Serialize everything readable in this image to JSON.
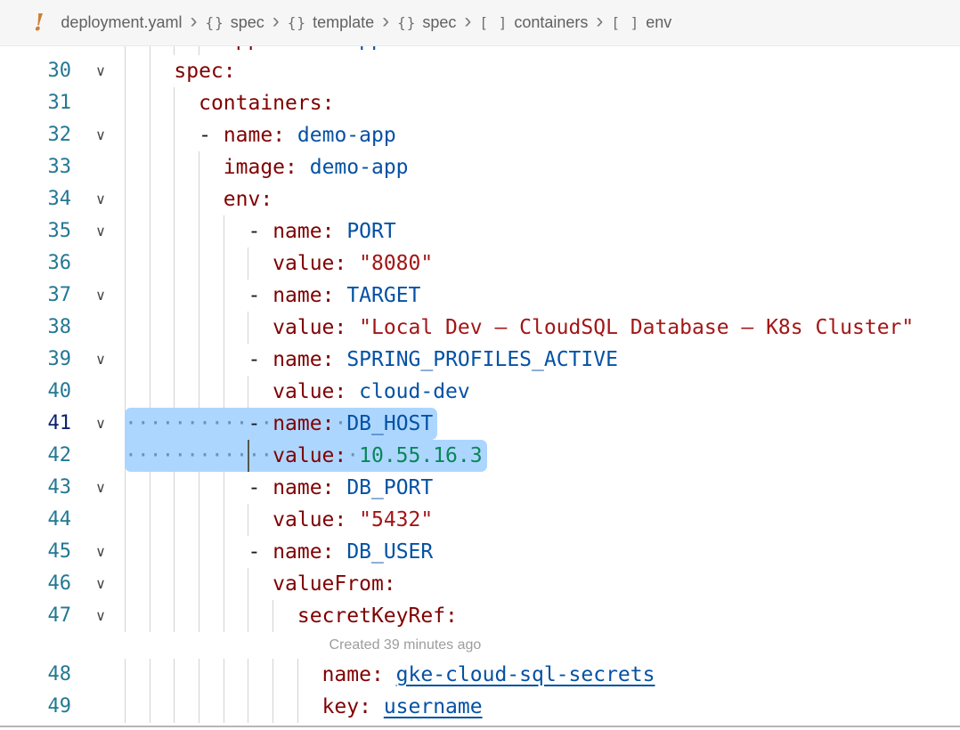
{
  "breadcrumb": {
    "file": {
      "icon": "!",
      "label": "deployment.yaml"
    },
    "separator": "›",
    "path": [
      {
        "icon": "{}",
        "kind": "object",
        "label": "spec"
      },
      {
        "icon": "{}",
        "kind": "object",
        "label": "template"
      },
      {
        "icon": "{}",
        "kind": "object",
        "label": "spec"
      },
      {
        "icon": "[ ]",
        "kind": "array",
        "label": "containers"
      },
      {
        "icon": "[ ]",
        "kind": "array",
        "label": "env"
      }
    ]
  },
  "editor": {
    "language": "yaml",
    "inline_hint": "Created 39 minutes ago",
    "colors": {
      "key": "#800000",
      "scalar": "#0451a5",
      "string": "#a31515",
      "number": "#098658",
      "link": "#0451a5",
      "punctuation": "#1a1a1a",
      "line_number": "#237893",
      "line_number_active": "#0b216f",
      "selection": "#add6ff",
      "whitespace_dot": "#6d93b5",
      "indent_guide": "#d3d3d3",
      "indent_guide_active": "#565656",
      "hint_text": "#9d9d9d",
      "breadcrumb_text": "#616161",
      "file_icon": "#cc8033"
    },
    "partial_line_top": {
      "n": "",
      "indent": 8,
      "tokens": [
        {
          "t": "app:",
          "k": "key"
        },
        {
          "t": " ",
          "k": "ws"
        },
        {
          "t": "demo-app",
          "k": "scalar"
        }
      ]
    },
    "lines": [
      {
        "n": "30",
        "fold": true,
        "indent": 4,
        "tokens": [
          {
            "t": "spec:",
            "k": "key"
          }
        ]
      },
      {
        "n": "31",
        "fold": false,
        "indent": 6,
        "tokens": [
          {
            "t": "containers:",
            "k": "key"
          }
        ]
      },
      {
        "n": "32",
        "fold": true,
        "indent": 6,
        "tokens": [
          {
            "t": "-",
            "k": "punct"
          },
          {
            "t": " ",
            "k": "ws"
          },
          {
            "t": "name:",
            "k": "key"
          },
          {
            "t": " ",
            "k": "ws"
          },
          {
            "t": "demo-app",
            "k": "scalar"
          }
        ]
      },
      {
        "n": "33",
        "fold": false,
        "indent": 8,
        "tokens": [
          {
            "t": "image:",
            "k": "key"
          },
          {
            "t": " ",
            "k": "ws"
          },
          {
            "t": "demo-app",
            "k": "scalar"
          }
        ]
      },
      {
        "n": "34",
        "fold": true,
        "indent": 8,
        "tokens": [
          {
            "t": "env:",
            "k": "key"
          }
        ]
      },
      {
        "n": "35",
        "fold": true,
        "indent": 10,
        "tokens": [
          {
            "t": "-",
            "k": "punct"
          },
          {
            "t": " ",
            "k": "ws"
          },
          {
            "t": "name:",
            "k": "key"
          },
          {
            "t": " ",
            "k": "ws"
          },
          {
            "t": "PORT",
            "k": "scalar"
          }
        ]
      },
      {
        "n": "36",
        "fold": false,
        "indent": 12,
        "tokens": [
          {
            "t": "value:",
            "k": "key"
          },
          {
            "t": " ",
            "k": "ws"
          },
          {
            "t": "\"8080\"",
            "k": "string"
          }
        ]
      },
      {
        "n": "37",
        "fold": true,
        "indent": 10,
        "tokens": [
          {
            "t": "-",
            "k": "punct"
          },
          {
            "t": " ",
            "k": "ws"
          },
          {
            "t": "name:",
            "k": "key"
          },
          {
            "t": " ",
            "k": "ws"
          },
          {
            "t": "TARGET",
            "k": "scalar"
          }
        ]
      },
      {
        "n": "38",
        "fold": false,
        "indent": 12,
        "tokens": [
          {
            "t": "value:",
            "k": "key"
          },
          {
            "t": " ",
            "k": "ws"
          },
          {
            "t": "\"Local Dev — CloudSQL Database — K8s Cluster\"",
            "k": "string"
          }
        ]
      },
      {
        "n": "39",
        "fold": true,
        "indent": 10,
        "tokens": [
          {
            "t": "-",
            "k": "punct"
          },
          {
            "t": " ",
            "k": "ws"
          },
          {
            "t": "name:",
            "k": "key"
          },
          {
            "t": " ",
            "k": "ws"
          },
          {
            "t": "SPRING_PROFILES_ACTIVE",
            "k": "scalar"
          }
        ]
      },
      {
        "n": "40",
        "fold": false,
        "indent": 12,
        "tokens": [
          {
            "t": "value:",
            "k": "key"
          },
          {
            "t": " ",
            "k": "ws"
          },
          {
            "t": "cloud-dev",
            "k": "scalar"
          }
        ]
      },
      {
        "n": "41",
        "fold": true,
        "indent": 10,
        "selected": true,
        "sel_pos": "first",
        "active": true,
        "tokens": [
          {
            "t": "-",
            "k": "punct"
          },
          {
            "t": " ",
            "k": "ws"
          },
          {
            "t": "name:",
            "k": "key"
          },
          {
            "t": " ",
            "k": "ws"
          },
          {
            "t": "DB_HOST",
            "k": "scalar"
          }
        ]
      },
      {
        "n": "42",
        "fold": false,
        "indent": 12,
        "selected": true,
        "sel_pos": "last",
        "active_guide": 10,
        "tokens": [
          {
            "t": "value:",
            "k": "key"
          },
          {
            "t": " ",
            "k": "ws"
          },
          {
            "t": "10.55.16.3",
            "k": "number"
          }
        ]
      },
      {
        "n": "43",
        "fold": true,
        "indent": 10,
        "tokens": [
          {
            "t": "-",
            "k": "punct"
          },
          {
            "t": " ",
            "k": "ws"
          },
          {
            "t": "name:",
            "k": "key"
          },
          {
            "t": " ",
            "k": "ws"
          },
          {
            "t": "DB_PORT",
            "k": "scalar"
          }
        ]
      },
      {
        "n": "44",
        "fold": false,
        "indent": 12,
        "tokens": [
          {
            "t": "value:",
            "k": "key"
          },
          {
            "t": " ",
            "k": "ws"
          },
          {
            "t": "\"5432\"",
            "k": "string"
          }
        ]
      },
      {
        "n": "45",
        "fold": true,
        "indent": 10,
        "tokens": [
          {
            "t": "-",
            "k": "punct"
          },
          {
            "t": " ",
            "k": "ws"
          },
          {
            "t": "name:",
            "k": "key"
          },
          {
            "t": " ",
            "k": "ws"
          },
          {
            "t": "DB_USER",
            "k": "scalar"
          }
        ]
      },
      {
        "n": "46",
        "fold": true,
        "indent": 12,
        "tokens": [
          {
            "t": "valueFrom:",
            "k": "key"
          }
        ]
      },
      {
        "n": "47",
        "fold": true,
        "indent": 14,
        "tokens": [
          {
            "t": "secretKeyRef:",
            "k": "key"
          }
        ]
      },
      {
        "hint": true,
        "indent": 16
      },
      {
        "n": "48",
        "fold": false,
        "indent": 16,
        "tokens": [
          {
            "t": "name:",
            "k": "key"
          },
          {
            "t": " ",
            "k": "ws"
          },
          {
            "t": "gke-cloud-sql-secrets",
            "k": "link"
          }
        ]
      },
      {
        "n": "49",
        "fold": false,
        "indent": 16,
        "tokens": [
          {
            "t": "key:",
            "k": "key"
          },
          {
            "t": " ",
            "k": "ws"
          },
          {
            "t": "username",
            "k": "link"
          }
        ]
      }
    ]
  }
}
